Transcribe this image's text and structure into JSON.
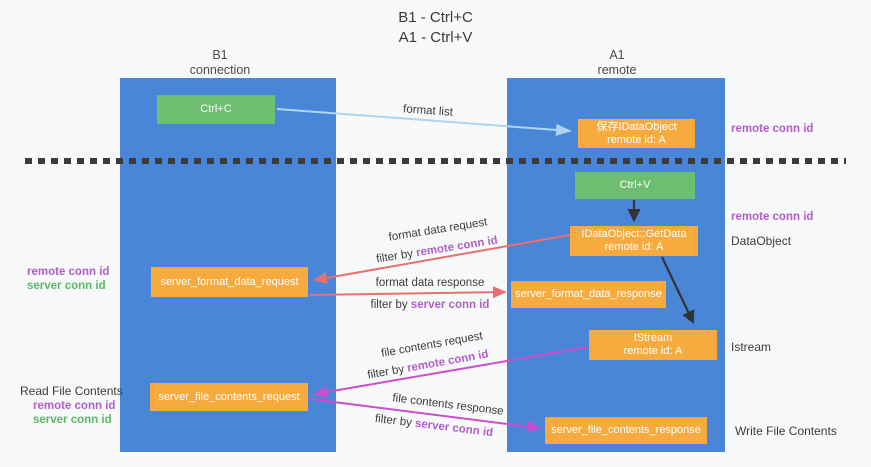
{
  "title": {
    "line1": "B1 - Ctrl+C",
    "line2": "A1 - Ctrl+V"
  },
  "lanes": {
    "left": {
      "name": "B1",
      "role": "connection"
    },
    "right": {
      "name": "A1",
      "role": "remote"
    }
  },
  "nodes": {
    "ctrl_c": "Ctrl+C",
    "ctrl_v": "Ctrl+V",
    "save_dataobject": {
      "line1": "保存IDataObject",
      "line2": "remote id: A"
    },
    "getdata": {
      "line1": "IDataObject::GetData",
      "line2": "remote id: A"
    },
    "istream": {
      "line1": "IStream",
      "line2": "remote id: A"
    },
    "server_format_data_request": "server_format_data_request",
    "server_format_data_response": "server_format_data_response",
    "server_file_contents_request": "server_file_contents_request",
    "server_file_contents_response": "server_file_contents_response"
  },
  "messages": {
    "format_list": "format list",
    "format_data_request": {
      "label": "format data request",
      "filter_prefix": "filter by ",
      "filter_key": "remote conn id"
    },
    "format_data_response": {
      "label": "format data response",
      "filter_prefix": "filter by ",
      "filter_key": "server conn id"
    },
    "file_contents_request": {
      "label": "file contents request",
      "filter_prefix": "filter by ",
      "filter_key": "remote conn id"
    },
    "file_contents_response": {
      "label": "file contents response",
      "filter_prefix": "filter by ",
      "filter_key": "server conn id"
    }
  },
  "side_labels": {
    "remote_conn_id_top": "remote conn id",
    "remote_conn_id_mid": "remote conn id",
    "dataobject": "DataObject",
    "istream": "Istream",
    "write_file_contents": "Write File Contents",
    "read_file_contents": "Read File Contents",
    "left_mid_remote": "remote conn id",
    "left_mid_server": "server conn id",
    "left_bottom_remote": "remote conn id",
    "left_bottom_server": "server conn id"
  },
  "colors": {
    "lane_blue": "#4a86d8",
    "box_green": "#6ebe71",
    "box_orange": "#f7ab3f",
    "text_purple": "#b05fc8",
    "text_green": "#5cb867",
    "arrow_red": "#e87070",
    "arrow_magenta": "#cc4ecc",
    "arrow_lightblue": "#aed4f2",
    "arrow_black": "#333333",
    "dashed_line": "#3b3b3b",
    "background": "#f8f9fa"
  }
}
